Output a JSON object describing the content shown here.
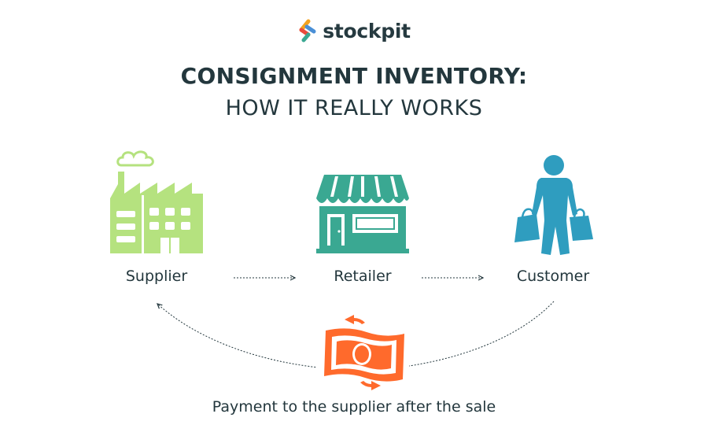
{
  "brand": {
    "name": "stockpit"
  },
  "header": {
    "title": "CONSIGNMENT INVENTORY:",
    "subtitle": "HOW IT REALLY WORKS"
  },
  "nodes": [
    {
      "label": "Supplier",
      "icon": "factory-icon"
    },
    {
      "label": "Retailer",
      "icon": "store-icon"
    },
    {
      "label": "Customer",
      "icon": "shopper-icon"
    }
  ],
  "payment": {
    "caption": "Payment to the supplier after the sale",
    "icon": "money-exchange-icon"
  },
  "colors": {
    "text": "#23373d",
    "factory": "#b5e27f",
    "store": "#3aa892",
    "shopper": "#2f9dbf",
    "money": "#ff6a2c",
    "arrow": "#23373d"
  }
}
